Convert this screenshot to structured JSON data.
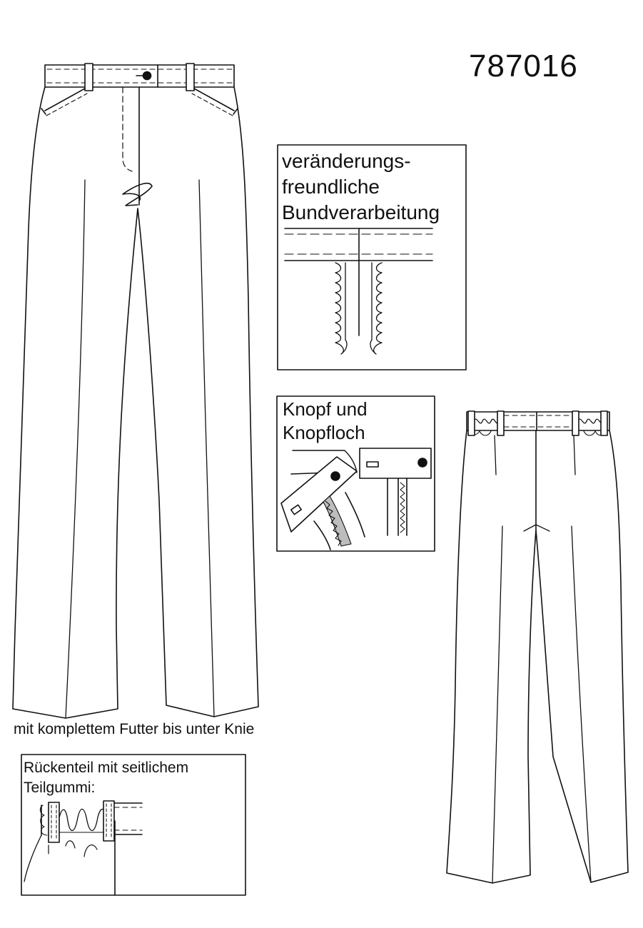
{
  "model_number": "787016",
  "front_view": {
    "caption": "mit komplettem Futter bis unter Knie"
  },
  "detail_waistband": {
    "title_lines": [
      "veränderungs-",
      "freundliche",
      "Bundverarbeitung"
    ]
  },
  "detail_button": {
    "title_lines": [
      "Knopf und",
      "Knopfloch"
    ]
  },
  "detail_back_elastic": {
    "title_lines": [
      "Rückenteil mit seitlichem",
      "Teilgummi:"
    ]
  },
  "line_color": "#111111",
  "fill_color": "#ffffff",
  "seam_allowance_fill": "#bdbdbd"
}
